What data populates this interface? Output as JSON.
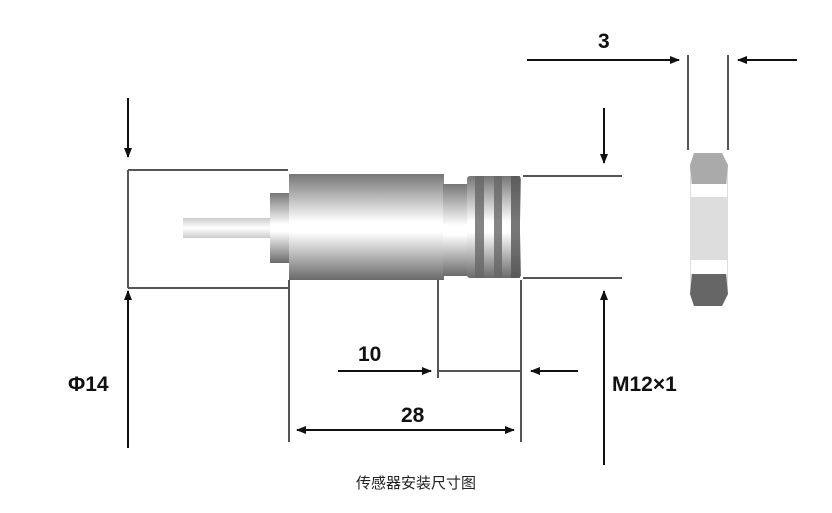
{
  "title": "传感器安装尺寸图",
  "dimensions": {
    "diameter": "Φ14",
    "thread": "M12×1",
    "nut_thickness": "3",
    "thread_length": "10",
    "body_length": "28"
  },
  "colors": {
    "line": "#555555",
    "arrow": "#111111",
    "metal_dark": "#6e6e6e",
    "metal_light": "#ffffff"
  }
}
